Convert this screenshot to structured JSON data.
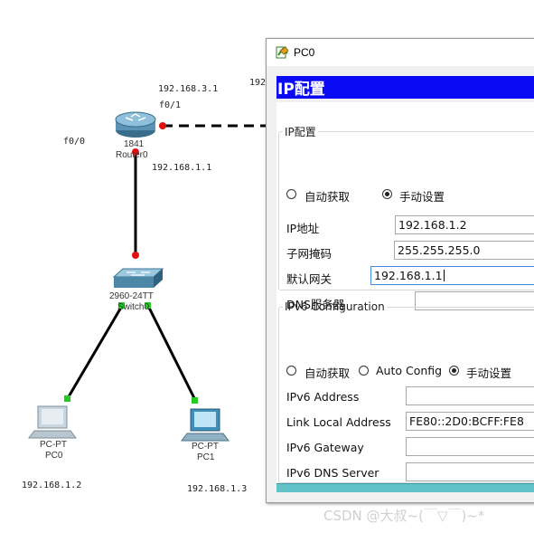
{
  "topology": {
    "router": {
      "model": "1841",
      "name": "Router0",
      "port_left": "f0/0",
      "port_right": "f0/1",
      "ip_top": "192.168.3.1",
      "ip_bottom": "192.168.1.1",
      "ip_cut": "192"
    },
    "switch": {
      "model": "2960-24TT",
      "name": "Switch0"
    },
    "pc0": {
      "type": "PC-PT",
      "name": "PC0",
      "ip": "192.168.1.2"
    },
    "pc1": {
      "type": "PC-PT",
      "name": "PC1",
      "ip": "192.168.1.3"
    }
  },
  "window": {
    "title": "PC0",
    "banner": "IP配置",
    "ipv4": {
      "legend": "IP配置",
      "options": [
        "自动获取",
        "手动设置"
      ],
      "selected": "手动设置",
      "fields": {
        "ip_label": "IP地址",
        "ip_value": "192.168.1.2",
        "mask_label": "子网掩码",
        "mask_value": "255.255.255.0",
        "gateway_label": "默认网关",
        "gateway_value": "192.168.1.1",
        "dns_label": "DNS服务器",
        "dns_value": ""
      }
    },
    "ipv6": {
      "legend": "IPv6 Configuration",
      "options": [
        "自动获取",
        "Auto Config",
        "手动设置"
      ],
      "selected": "手动设置",
      "fields": {
        "address_label": "IPv6 Address",
        "address_value": "",
        "link_local_label": "Link Local Address",
        "link_local_value": "FE80::2D0:BCFF:FE8",
        "gateway_label": "IPv6 Gateway",
        "gateway_value": "",
        "dns_label": "IPv6 DNS Server",
        "dns_value": ""
      }
    }
  },
  "watermark": "CSDN @大叔~(￣▽￣)~*",
  "colors": {
    "banner": "#0a0af5",
    "link": "#000000",
    "port_red": "#e01010",
    "port_green": "#22cc22",
    "bottom_bar": "#63c2c7"
  }
}
